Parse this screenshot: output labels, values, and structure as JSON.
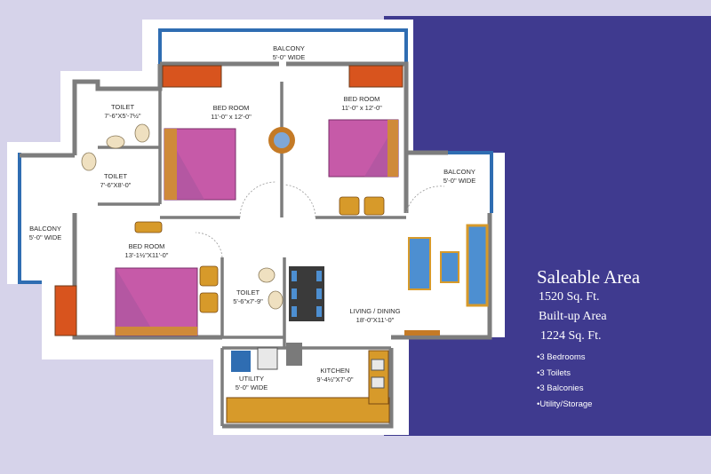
{
  "rooms": {
    "balcony_top": {
      "name": "BALCONY",
      "size": "5'-0\" WIDE"
    },
    "bedroom_center": {
      "name": "BED ROOM",
      "size": "11'-0\" x 12'-0\""
    },
    "bedroom_right": {
      "name": "BED ROOM",
      "size": "11'-0\" x 12'-0\""
    },
    "toilet_top": {
      "name": "TOILET",
      "size": "7'-6\"X5'-7½\""
    },
    "toilet_left": {
      "name": "TOILET",
      "size": "7'-6\"X8'-0\""
    },
    "balcony_left": {
      "name": "BALCONY",
      "size": "5'-0\" WIDE"
    },
    "balcony_right": {
      "name": "BALCONY",
      "size": "5'-0\" WIDE"
    },
    "bedroom_left": {
      "name": "BED ROOM",
      "size": "13'-1½\"X11'-0\""
    },
    "toilet_mid": {
      "name": "TOILET",
      "size": "5'-6\"x7'-9\""
    },
    "living": {
      "name": "LIVING / DINING",
      "size": "18'-0\"X11'-0\""
    },
    "kitchen": {
      "name": "KITCHEN",
      "size": "9'-4½\"X7'-0\""
    },
    "utility": {
      "name": "UTILITY",
      "size": "5'-0\" WIDE"
    }
  },
  "info": {
    "heading": "Saleable Area",
    "saleable_value": "1520 Sq. Ft.",
    "builtup_label": "Built-up Area",
    "builtup_value": "1224 Sq. Ft.",
    "features": [
      "3 Bedrooms",
      "3 Toilets",
      "3 Balconies",
      "Utility/Storage"
    ]
  },
  "colors": {
    "panel": "#3f3a8f",
    "background": "#d6d3ea",
    "wall": "#808080",
    "balcony_rail": "#2f6db2",
    "bed": "#c65aa8",
    "wardrobe": "#d8541e",
    "furniture": "#d79a2a"
  }
}
